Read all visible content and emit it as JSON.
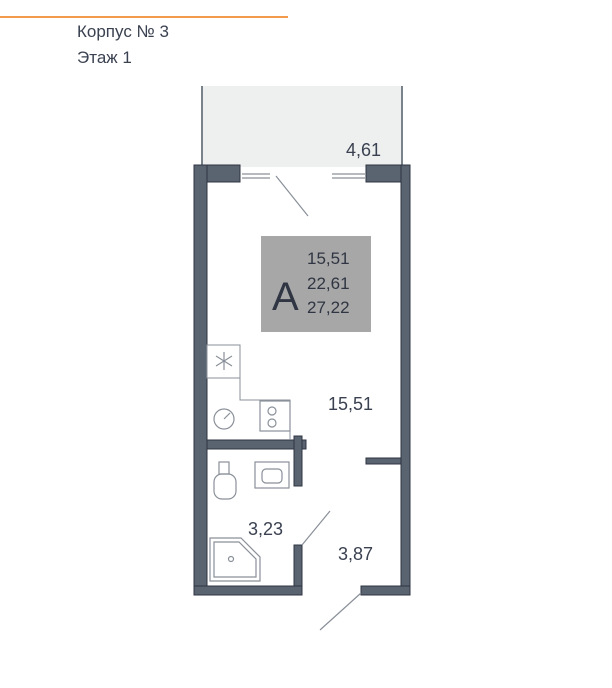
{
  "header": {
    "building": "Корпус № 3",
    "floor": "Этаж 1"
  },
  "apartment": {
    "type_letter": "A",
    "areas": [
      "15,51",
      "22,61",
      "27,22"
    ]
  },
  "rooms": {
    "balcony": "4,61",
    "living": "15,51",
    "bathroom": "3,23",
    "hallway": "3,87"
  },
  "icons": {
    "stove_burner": "stove-icon",
    "fan": "ventilation-icon",
    "sink": "sink-icon",
    "toilet": "toilet-icon",
    "shower": "shower-tray-icon"
  },
  "colors": {
    "accent": "#f29b4a",
    "wall": "#5a6470",
    "wall_border": "#2f3542",
    "badge": "#a7a7a7",
    "balcony_fill": "#eef0ef",
    "fixture": "#8a9099"
  }
}
